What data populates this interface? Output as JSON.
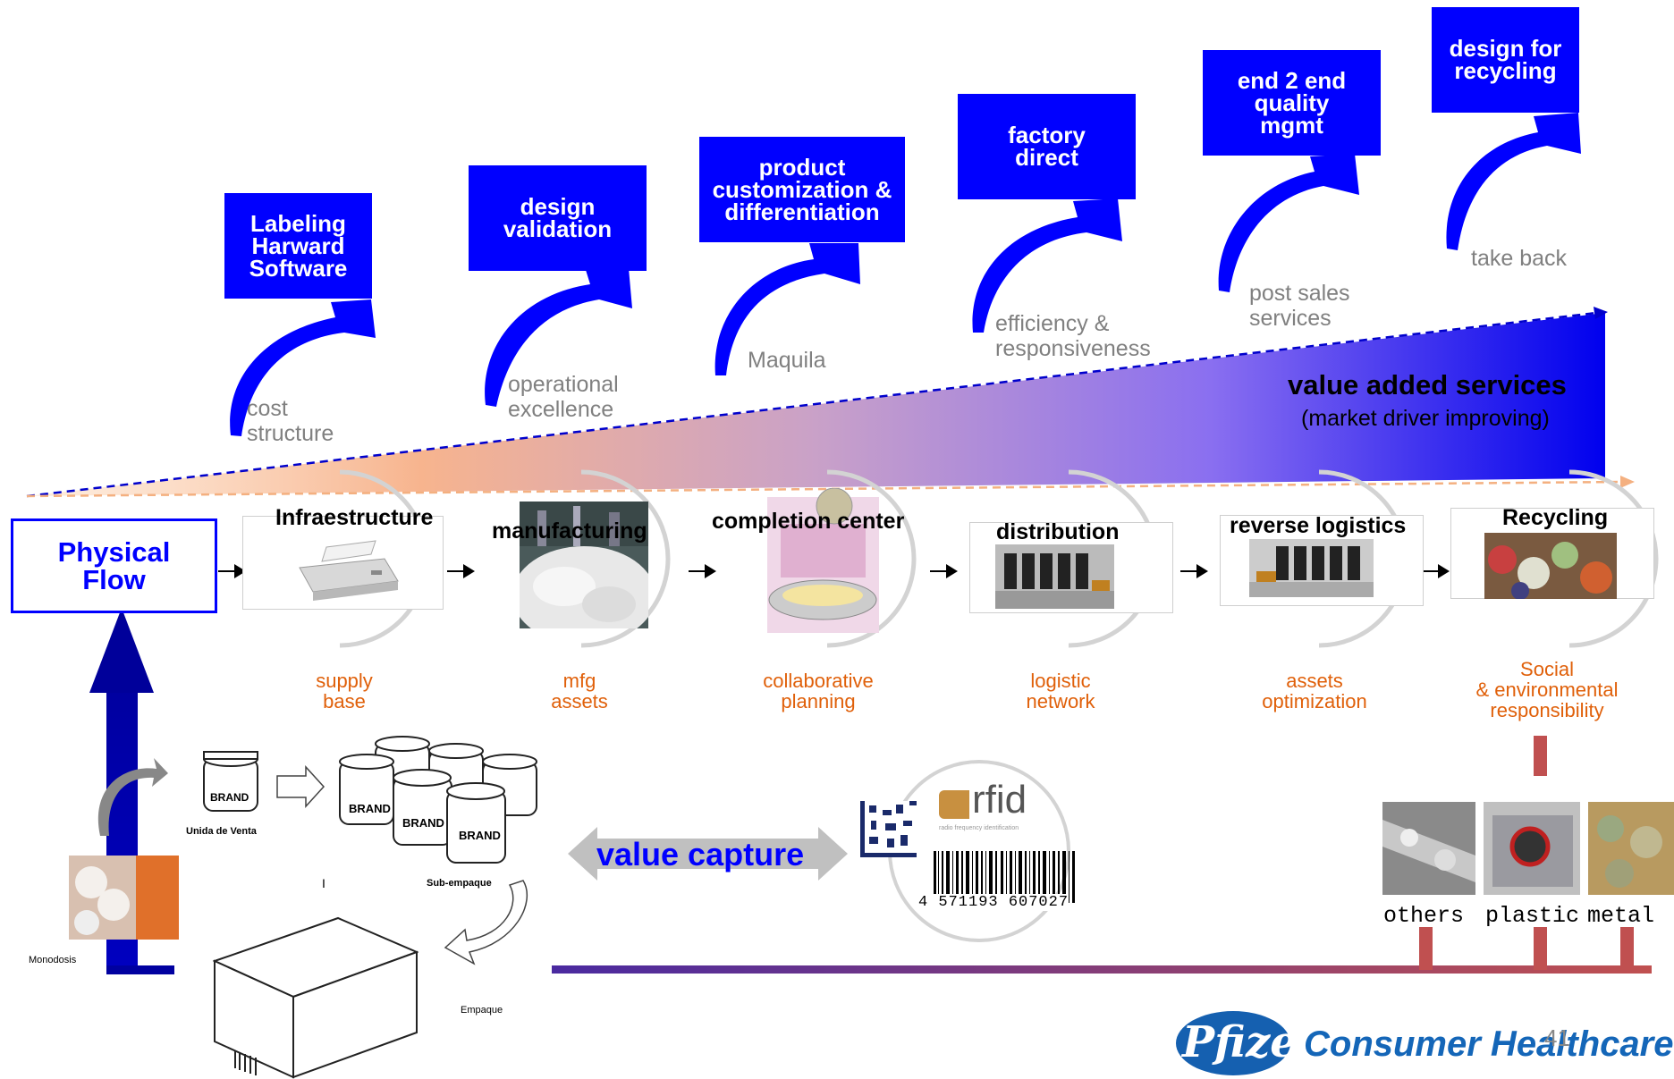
{
  "top_boxes": [
    {
      "label": "Labeling\nHarward\nSoftware"
    },
    {
      "label": "design\nvalidation"
    },
    {
      "label": "product\ncustomization &\ndifferentiation"
    },
    {
      "label": "factory\ndirect"
    },
    {
      "label": "end 2 end\nquality\nmgmt"
    },
    {
      "label": "design for\nrecycling"
    }
  ],
  "drivers": [
    {
      "label": "cost\nstructure"
    },
    {
      "label": "operational\nexcellence"
    },
    {
      "label": "Maquila"
    },
    {
      "label": "efficiency &\nresponsiveness"
    },
    {
      "label": "post sales\nservices"
    },
    {
      "label": "take back"
    }
  ],
  "value_added": {
    "title": "value added services",
    "subtitle": "(market driver improving)"
  },
  "physical_flow": {
    "label": "Physical\nFlow"
  },
  "stages": [
    {
      "title": "Infraestructure",
      "sublabel": "supply\nbase"
    },
    {
      "title": "manufacturing",
      "sublabel": "mfg\nassets"
    },
    {
      "title": "completion center",
      "sublabel": "collaborative\nplanning"
    },
    {
      "title": "distribution",
      "sublabel": "logistic\nnetwork"
    },
    {
      "title": "reverse logistics",
      "sublabel": "assets\noptimization"
    },
    {
      "title": "Recycling",
      "sublabel": "Social\n& environmental\nresponsibility"
    }
  ],
  "packaging": {
    "unit_label": "Unida de Venta",
    "sub_label": "Sub-empaque",
    "box_label": "Empaque",
    "mono_label": "Monodosis",
    "brand": "BRAND",
    "cursor_mark": "I"
  },
  "value_capture": {
    "label": "value capture"
  },
  "rfid": {
    "logo": "rfid",
    "tagline": "radio frequency identification",
    "barcode_number": "4 571193 607027"
  },
  "materials": [
    {
      "label": "others"
    },
    {
      "label": "plastic"
    },
    {
      "label": "metal"
    }
  ],
  "footer": {
    "brand": "Pfizer",
    "division": "Consumer Healthcare",
    "page_number": "41"
  },
  "colors": {
    "accent_blue": "#0000ff",
    "orange_text": "#e0600a",
    "gradient_start": "#f8c8a0",
    "gradient_end": "#0000ee"
  }
}
